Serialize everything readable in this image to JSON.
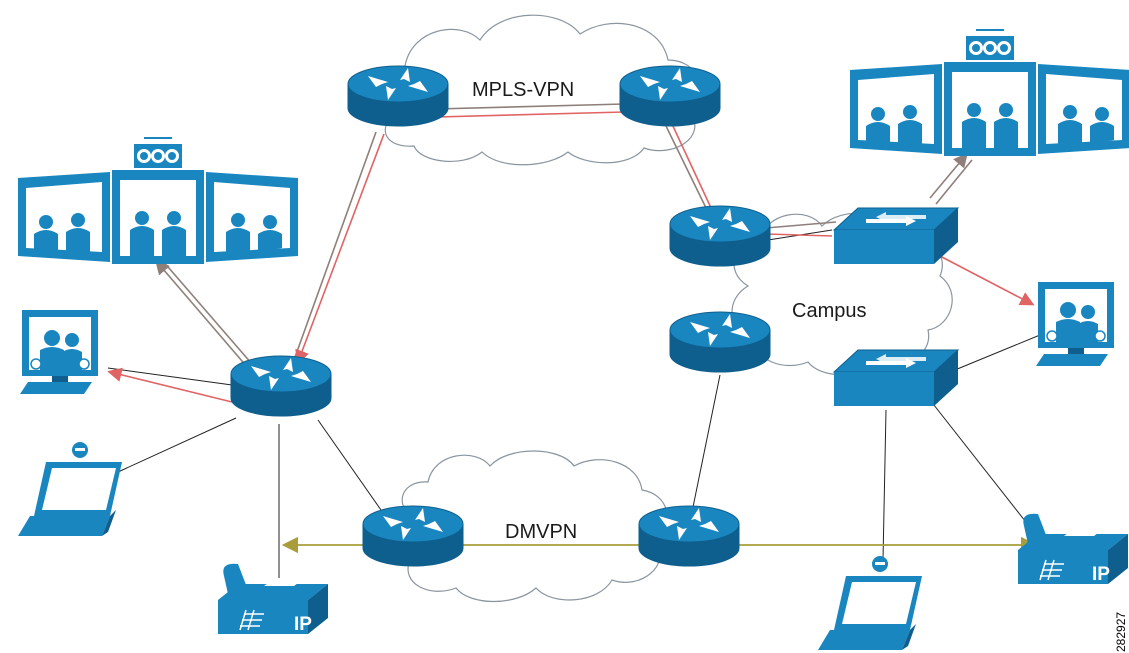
{
  "labels": {
    "mpls": "MPLS-VPN",
    "campus": "Campus",
    "dmvpn": "DMVPN",
    "figure_id": "282927",
    "phone_left": "IP",
    "phone_right": "IP"
  },
  "colors": {
    "device_blue": "#1a86c0",
    "device_dark": "#0e5f8d",
    "cloud_stroke": "#8a95a0",
    "path_brown": "#8f7f7a",
    "path_red": "#e06464",
    "path_olive": "#a89d3a",
    "wire": "#222222"
  }
}
